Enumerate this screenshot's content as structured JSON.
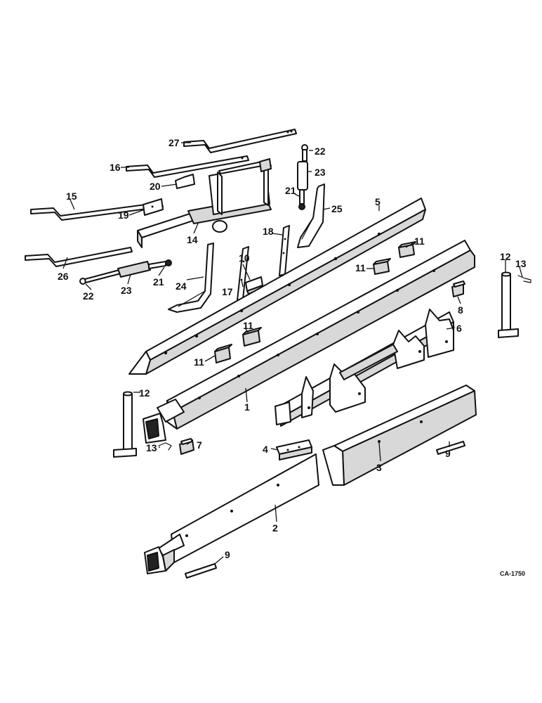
{
  "callouts": {
    "c1": "1",
    "c2": "2",
    "c3": "3",
    "c4": "4",
    "c5": "5",
    "c6": "6",
    "c7": "7",
    "c8": "8",
    "c9a": "9",
    "c9b": "9",
    "c10": "10",
    "c11a": "11",
    "c11b": "11",
    "c11c": "11",
    "c11d": "11",
    "c12a": "12",
    "c12b": "12",
    "c13a": "13",
    "c13b": "13",
    "c14": "14",
    "c15": "15",
    "c16": "16",
    "c17": "17",
    "c18": "18",
    "c19": "19",
    "c20": "20",
    "c21a": "21",
    "c21b": "21",
    "c22a": "22",
    "c22b": "22",
    "c23a": "23",
    "c23b": "23",
    "c24": "24",
    "c25": "25",
    "c26": "26",
    "c27": "27"
  },
  "drawing_code": "CA-1750"
}
